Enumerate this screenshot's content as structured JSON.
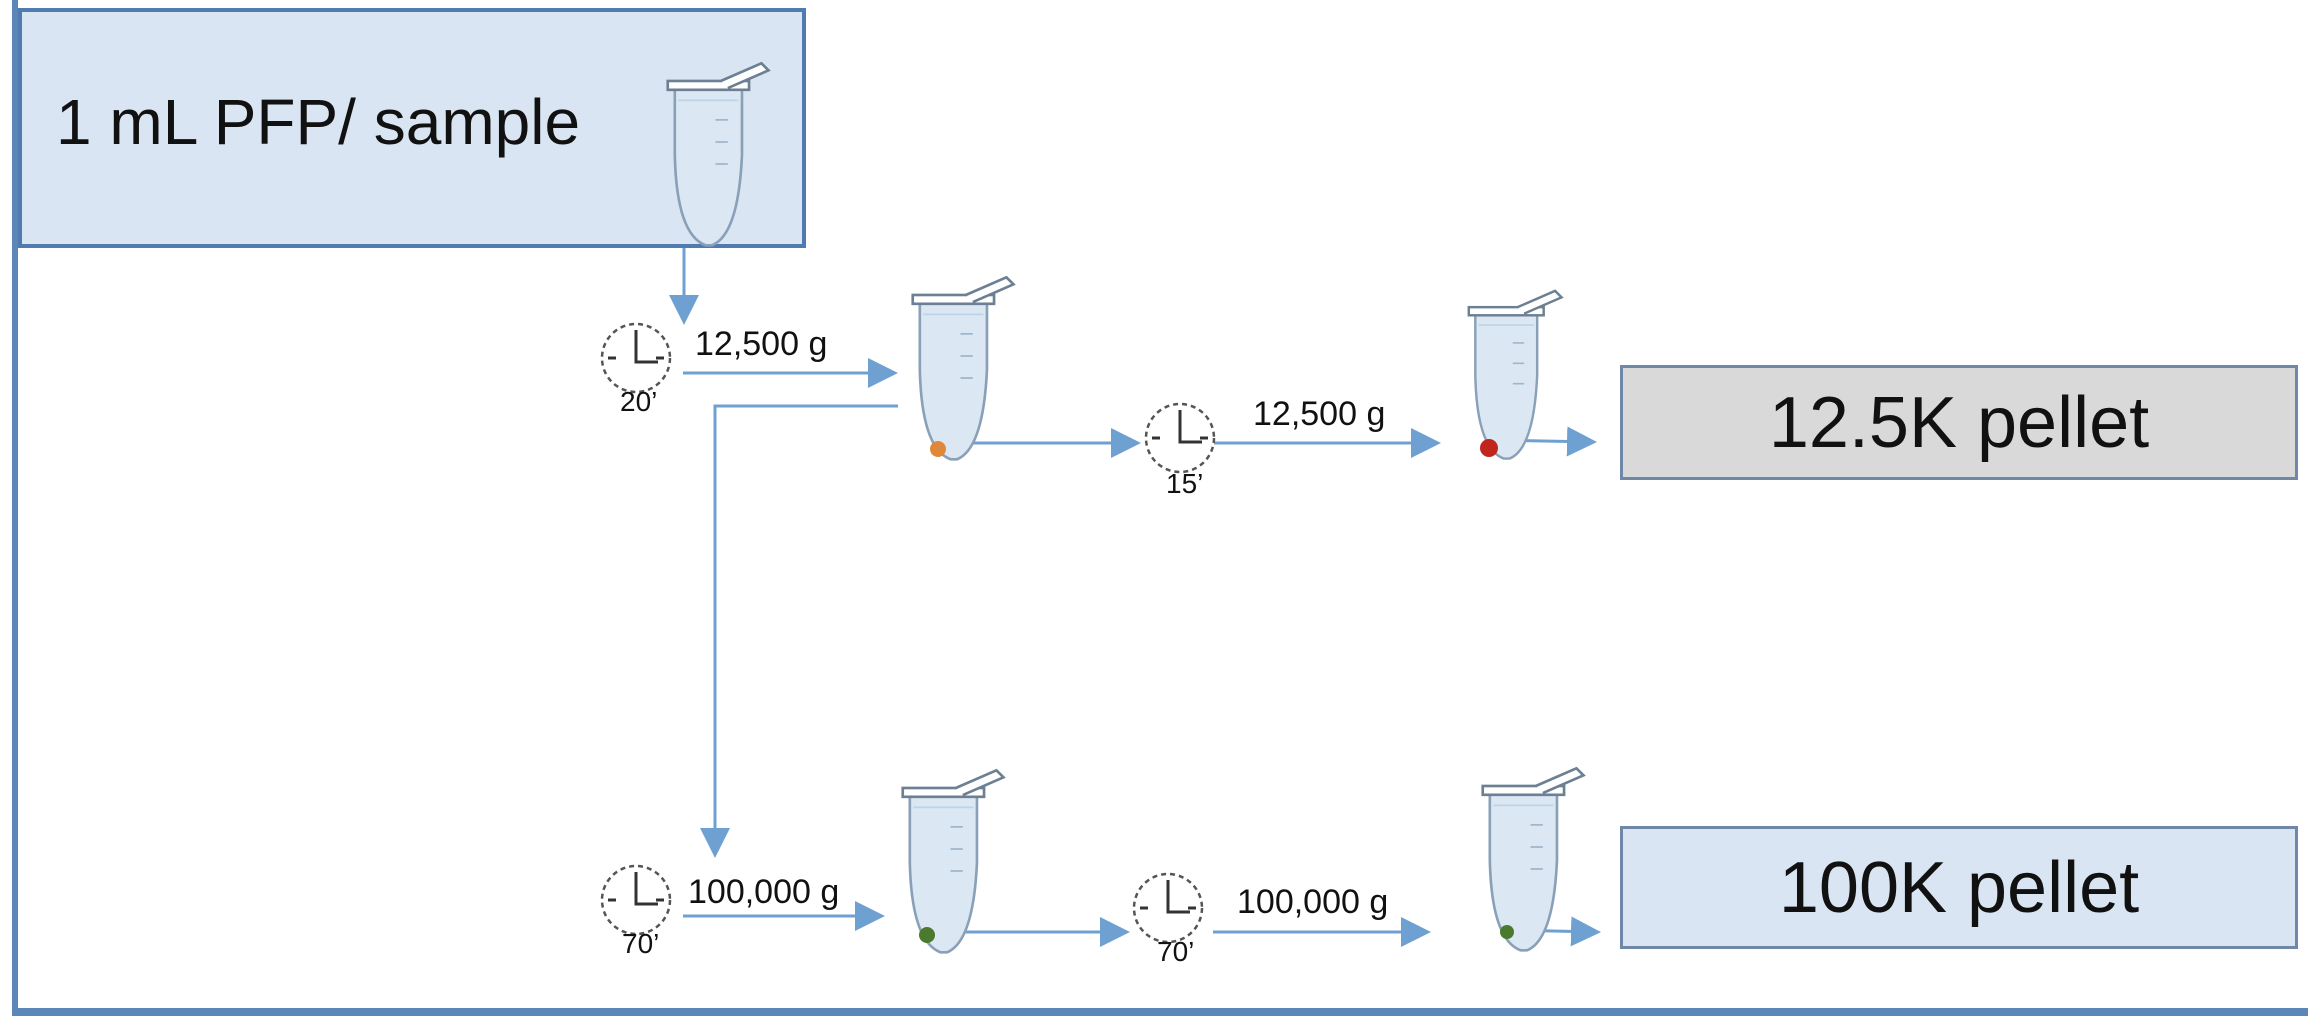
{
  "start_box": {
    "label": "1 mL PFP/ sample"
  },
  "steps": [
    {
      "speed": "12,500 g",
      "time": "20’"
    },
    {
      "speed": "12,500 g",
      "time": "15’"
    },
    {
      "speed": "100,000 g",
      "time": "70’"
    },
    {
      "speed": "100,000 g",
      "time": "70’"
    }
  ],
  "outputs": [
    {
      "label": "12.5K pellet"
    },
    {
      "label": "100K pellet"
    }
  ],
  "colors": {
    "frame": "#5b86b8",
    "arrow": "#6fa0d2",
    "liquid": "#dbe8f4",
    "pellet_orange": "#e0883a",
    "pellet_red": "#c0261d",
    "pellet_green": "#4b7a2f"
  }
}
